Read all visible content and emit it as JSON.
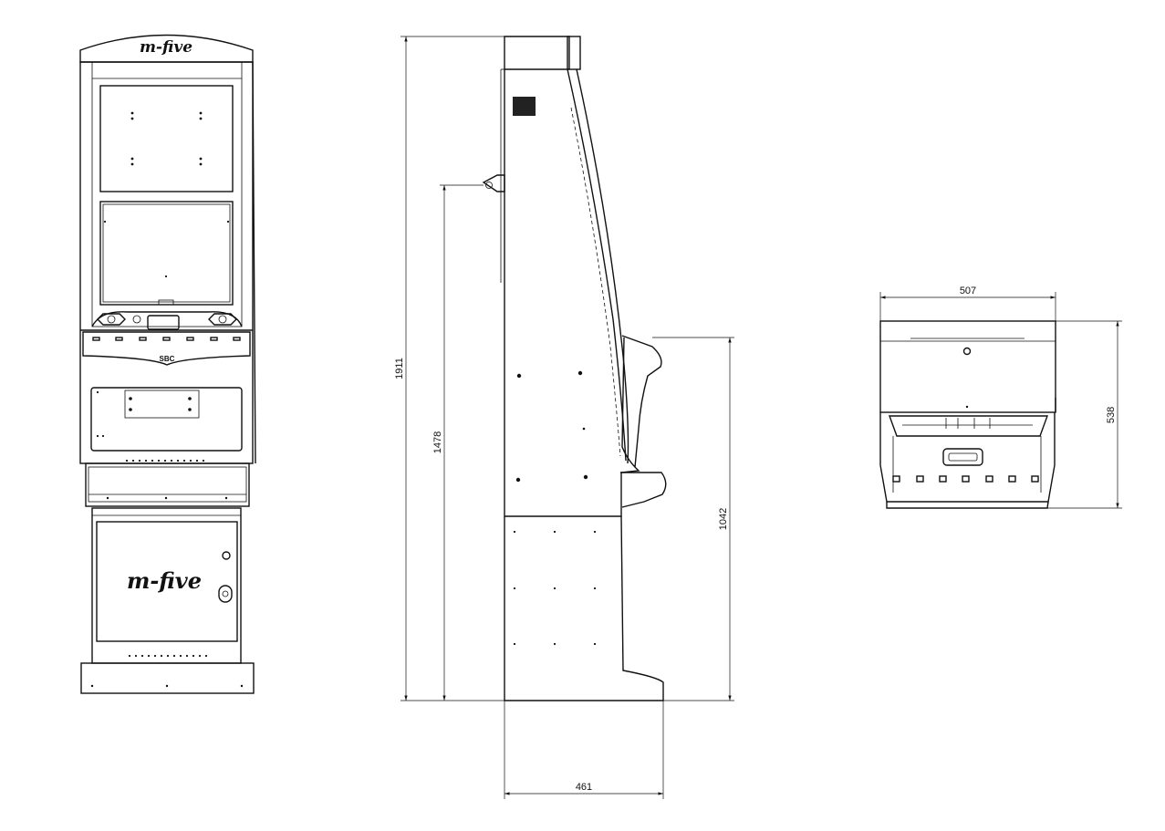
{
  "views": {
    "front": {
      "top_logo": "m-five",
      "door_logo": "m-five",
      "panel_badge": "SBC"
    },
    "side": {
      "dimensions": {
        "overall_height": "1911",
        "button_height": "1478",
        "deck_height": "1042",
        "depth": "461"
      }
    },
    "top": {
      "dimensions": {
        "width": "507",
        "depth": "538"
      }
    }
  },
  "colors": {
    "line": "#111111",
    "background": "#ffffff"
  }
}
